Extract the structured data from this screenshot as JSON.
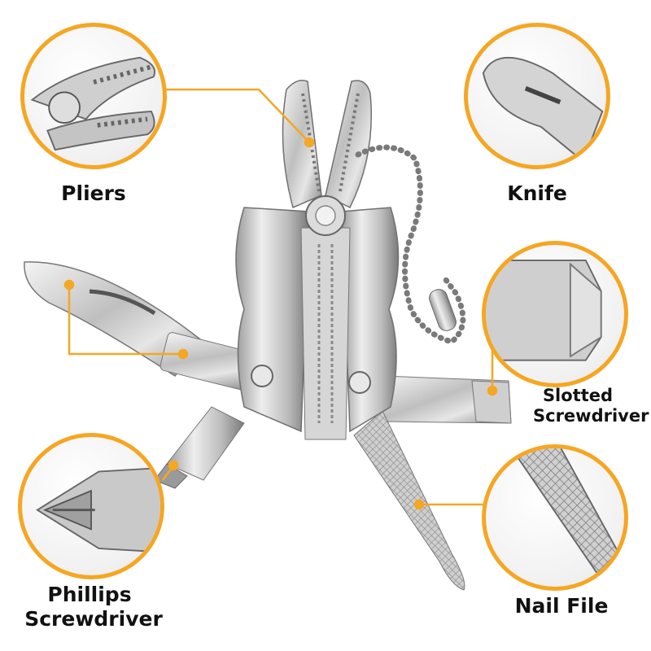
{
  "colors": {
    "accent": "#f5a623",
    "steel_light": "#e9e9e9",
    "steel_mid": "#bdbdbd",
    "steel_dark": "#6d6d6d"
  },
  "labels": {
    "pliers": "Pliers",
    "knife": "Knife",
    "slotted_line1": "Slotted",
    "slotted_line2": "Screwdriver",
    "phillips_line1": "Phillips",
    "phillips_line2": "Screwdriver",
    "nail_file": "Nail File"
  }
}
